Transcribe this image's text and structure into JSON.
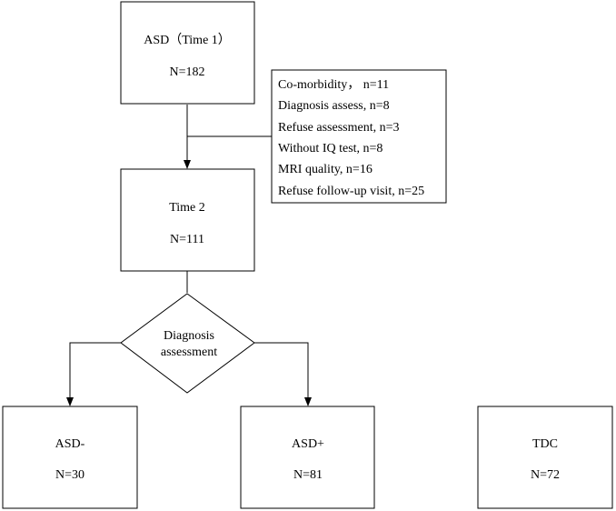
{
  "diagram": {
    "nodes": {
      "time1": {
        "title": "ASD（Time 1）",
        "count": "N=182"
      },
      "exclusions": {
        "lines": [
          "Co-morbidity， n=11",
          "Diagnosis assess, n=8",
          "Refuse assessment, n=3",
          "Without IQ test, n=8",
          "MRI quality, n=16",
          "Refuse follow-up visit, n=25"
        ]
      },
      "time2": {
        "title": "Time 2",
        "count": "N=111"
      },
      "decision": {
        "line1": "Diagnosis",
        "line2": "assessment"
      },
      "asd_minus": {
        "title": "ASD-",
        "count": "N=30"
      },
      "asd_plus": {
        "title": "ASD+",
        "count": "N=81"
      },
      "tdc": {
        "title": "TDC",
        "count": "N=72"
      }
    },
    "edges": [
      {
        "from": "time1",
        "to": "time2"
      },
      {
        "from": "exclusions",
        "to": "time1-time2-edge"
      },
      {
        "from": "time2",
        "to": "decision"
      },
      {
        "from": "decision",
        "to": "asd_minus"
      },
      {
        "from": "decision",
        "to": "asd_plus"
      }
    ],
    "colors": {
      "stroke": "#000000",
      "fill": "#ffffff",
      "text": "#000000"
    }
  }
}
